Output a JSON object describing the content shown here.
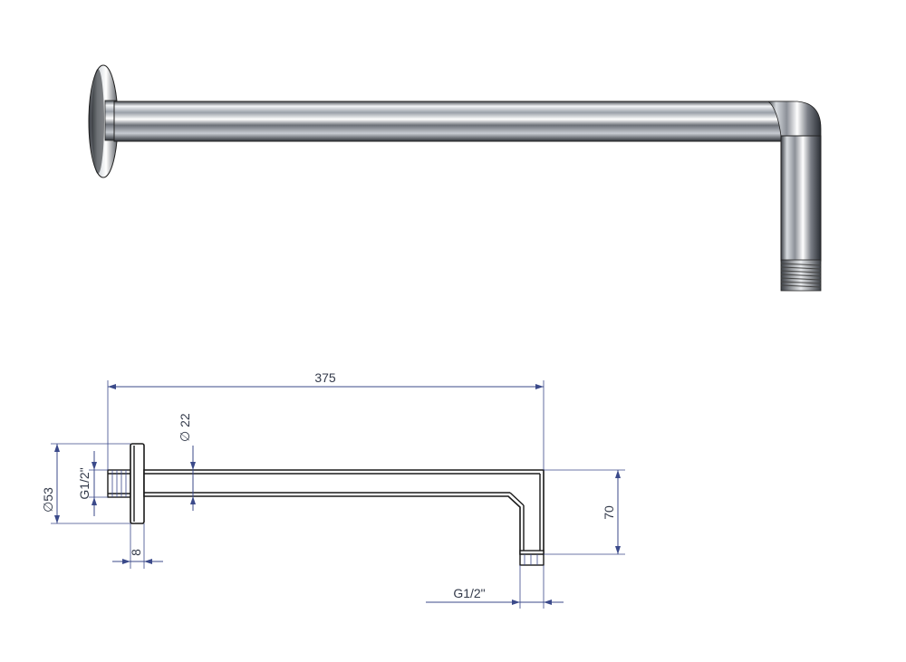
{
  "drawing": {
    "dimensions": {
      "total_length": "375",
      "pipe_diameter": "∅ 22",
      "flange_diameter": "∅53",
      "inlet_thread": "G1/2\"",
      "flange_thickness": "8",
      "drop_height": "70",
      "outlet_thread": "G1/2\""
    }
  }
}
